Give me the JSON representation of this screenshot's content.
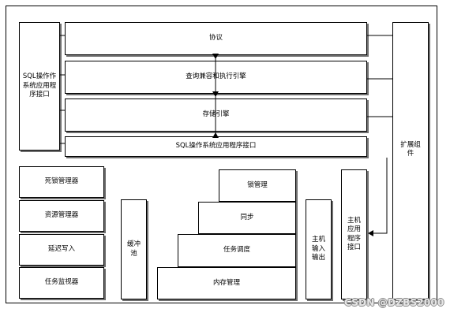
{
  "diagram": {
    "sql_interface_left": "SQL操作作系统应用程序接口",
    "protocol": "协议",
    "query_engine": "查询兼容和执行引擎",
    "storage_engine": "存储引擎",
    "sql_interface_bottom": "SQL操作系统应用程序接口",
    "extension": "扩展组件",
    "deadlock_manager": "死锁管理器",
    "resource_manager": "资源管理器",
    "lazy_writer": "延迟写入",
    "task_monitor": "任务监视器",
    "buffer_pool": "缓冲池",
    "lock_management": "锁管理",
    "sync": "同步",
    "task_scheduling": "任务调度",
    "memory_management": "内存管理",
    "host_io": "主机输入输出",
    "host_api": "主机应用程序接口"
  },
  "watermark": "CSDN @DZBS2000"
}
